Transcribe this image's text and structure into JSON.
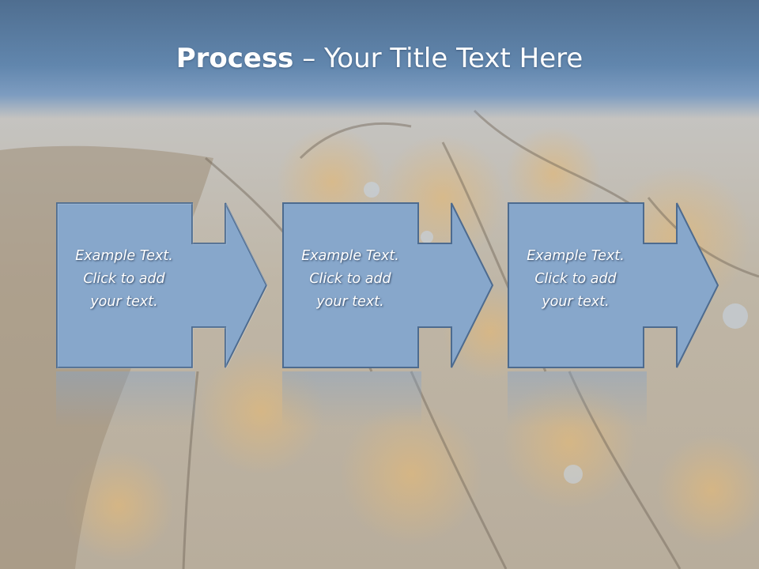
{
  "slide": {
    "title_bold": "Process",
    "title_rest": " – Your Title Text Here"
  },
  "steps": [
    {
      "line1": "Example Text.",
      "line2": "Click  to add",
      "line3": "your text."
    },
    {
      "line1": "Example Text.",
      "line2": "Click  to add",
      "line3": "your text."
    },
    {
      "line1": "Example Text.",
      "line2": "Click  to add",
      "line3": "your text."
    }
  ],
  "colors": {
    "box_fill": "#87a7cb",
    "box_stroke": "#4d6b8f",
    "title_band": "#5a7ea6"
  }
}
